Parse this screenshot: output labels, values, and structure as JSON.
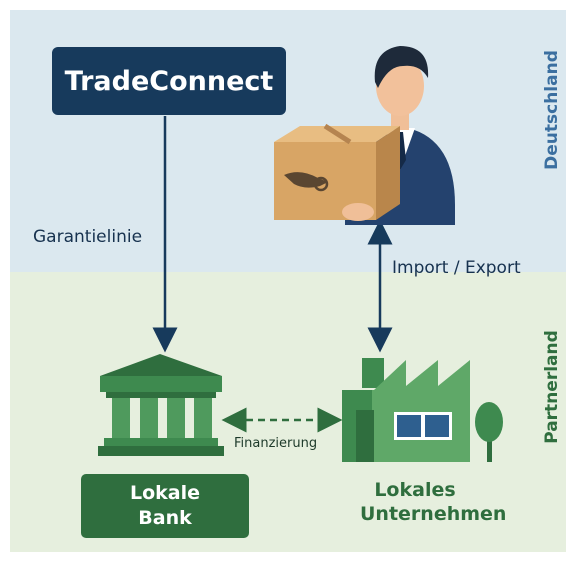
{
  "regions": {
    "top_label": "Deutschland",
    "bottom_label": "Partnerland"
  },
  "nodes": {
    "tradeconnect": "TradeConnect",
    "bank_line1": "Lokale",
    "bank_line2": "Bank",
    "company_line1": "Lokales",
    "company_line2": "Unternehmen"
  },
  "edges": {
    "guarantee": "Garantielinie",
    "import_export": "Import / Export",
    "financing": "Finanzierung"
  },
  "icons": [
    "person-with-box-icon",
    "bank-building-icon",
    "factory-icon",
    "tree-icon"
  ],
  "colors": {
    "germany_zone": "#dbe8ef",
    "partner_zone": "#e6efde",
    "navy": "#173a5c",
    "green": "#2f6e3e"
  }
}
